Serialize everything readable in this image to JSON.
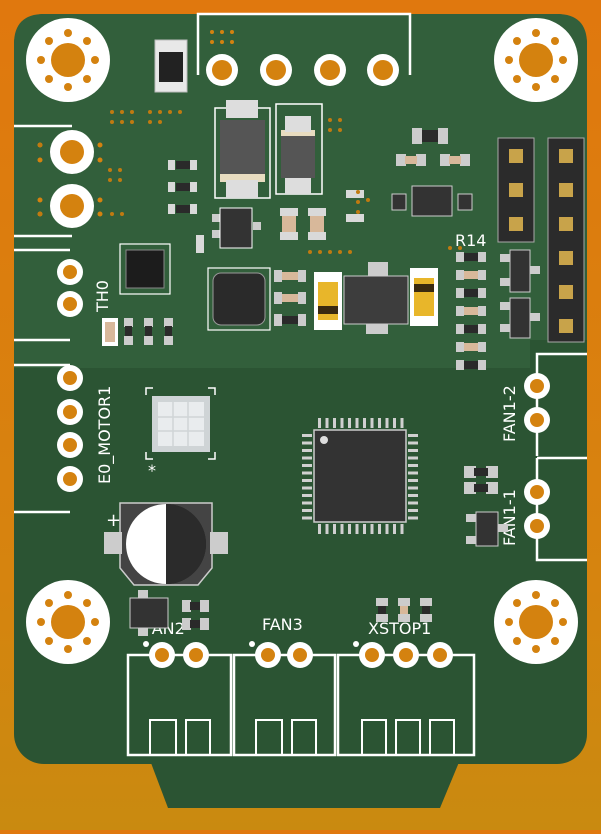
{
  "board": {
    "labels": {
      "r14": "R14",
      "th0": "TH0",
      "e0_motor": "E0_MOTOR1",
      "fan1_2": "FAN1-2",
      "fan1_1": "FAN1-1",
      "fan2": "FAN2",
      "fan3": "FAN3",
      "xstop": "XSTOP1",
      "plus": "+",
      "star": "*"
    },
    "colors": {
      "background": "#e0780e",
      "pcb_top": "#2f5e3a",
      "pcb_bottom": "#2b5433",
      "pad_gold": "#d4820f",
      "silkscreen": "#ffffff"
    }
  }
}
